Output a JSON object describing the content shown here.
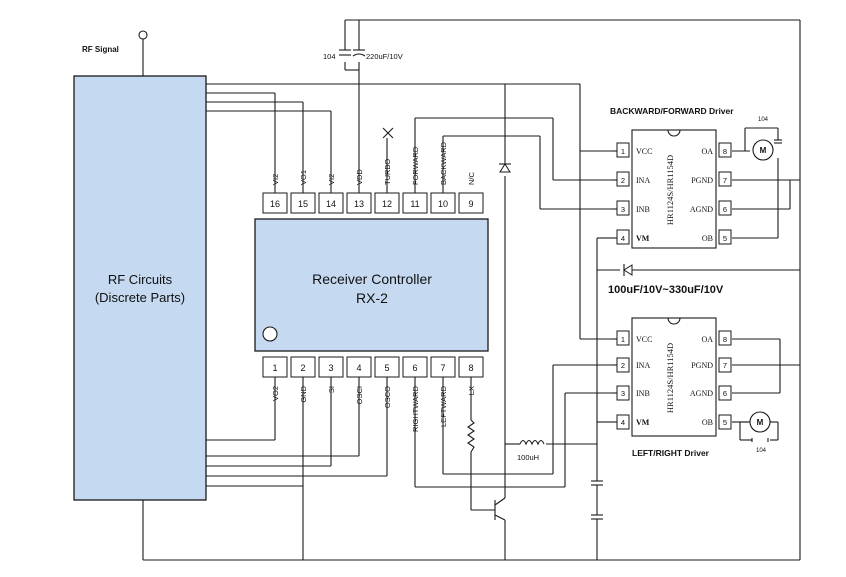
{
  "rf_signal": "RF Signal",
  "rf_block": {
    "line1": "RF Circuits",
    "line2": "(Discrete Parts)"
  },
  "receiver": {
    "line1": "Receiver Controller",
    "line2": "RX-2"
  },
  "top_pins": [
    {
      "num": "16",
      "label": "VI2"
    },
    {
      "num": "15",
      "label": "VO1"
    },
    {
      "num": "14",
      "label": "VI2"
    },
    {
      "num": "13",
      "label": "VDD"
    },
    {
      "num": "12",
      "label": "TURBO"
    },
    {
      "num": "11",
      "label": "FORWARD"
    },
    {
      "num": "10",
      "label": "BACKWARD"
    },
    {
      "num": "9",
      "label": "N/C"
    }
  ],
  "bottom_pins": [
    {
      "num": "1",
      "label": "VO2"
    },
    {
      "num": "2",
      "label": "GND"
    },
    {
      "num": "3",
      "label": "SI"
    },
    {
      "num": "4",
      "label": "OSCI"
    },
    {
      "num": "5",
      "label": "OSCO"
    },
    {
      "num": "6",
      "label": "RIGHTWARD"
    },
    {
      "num": "7",
      "label": "LEFTWARD"
    },
    {
      "num": "8",
      "label": "LX"
    }
  ],
  "cap_top": {
    "left": "104",
    "right": "220uF/10V"
  },
  "driver_top": {
    "title": "BACKWARD/FORWARD Driver",
    "part": "HR1124S/HR1154D",
    "cap": "104",
    "motor": "M",
    "left_pins": [
      {
        "num": "1",
        "label": "VCC"
      },
      {
        "num": "2",
        "label": "INA"
      },
      {
        "num": "3",
        "label": "INB"
      },
      {
        "num": "4",
        "label": "VM"
      }
    ],
    "right_pins": [
      {
        "num": "8",
        "label": "OA"
      },
      {
        "num": "7",
        "label": "PGND"
      },
      {
        "num": "6",
        "label": "AGND"
      },
      {
        "num": "5",
        "label": "OB"
      }
    ]
  },
  "driver_bottom": {
    "title": "LEFT/RIGHT Driver",
    "part": "HR1124S/HR1154D",
    "cap": "104",
    "motor": "M",
    "left_pins": [
      {
        "num": "1",
        "label": "VCC"
      },
      {
        "num": "2",
        "label": "INA"
      },
      {
        "num": "3",
        "label": "INB"
      },
      {
        "num": "4",
        "label": "VM"
      }
    ],
    "right_pins": [
      {
        "num": "8",
        "label": "OA"
      },
      {
        "num": "7",
        "label": "PGND"
      },
      {
        "num": "6",
        "label": "AGND"
      },
      {
        "num": "5",
        "label": "OB"
      }
    ]
  },
  "cap_mid": "100uF/10V~330uF/10V",
  "inductor": "100uH"
}
